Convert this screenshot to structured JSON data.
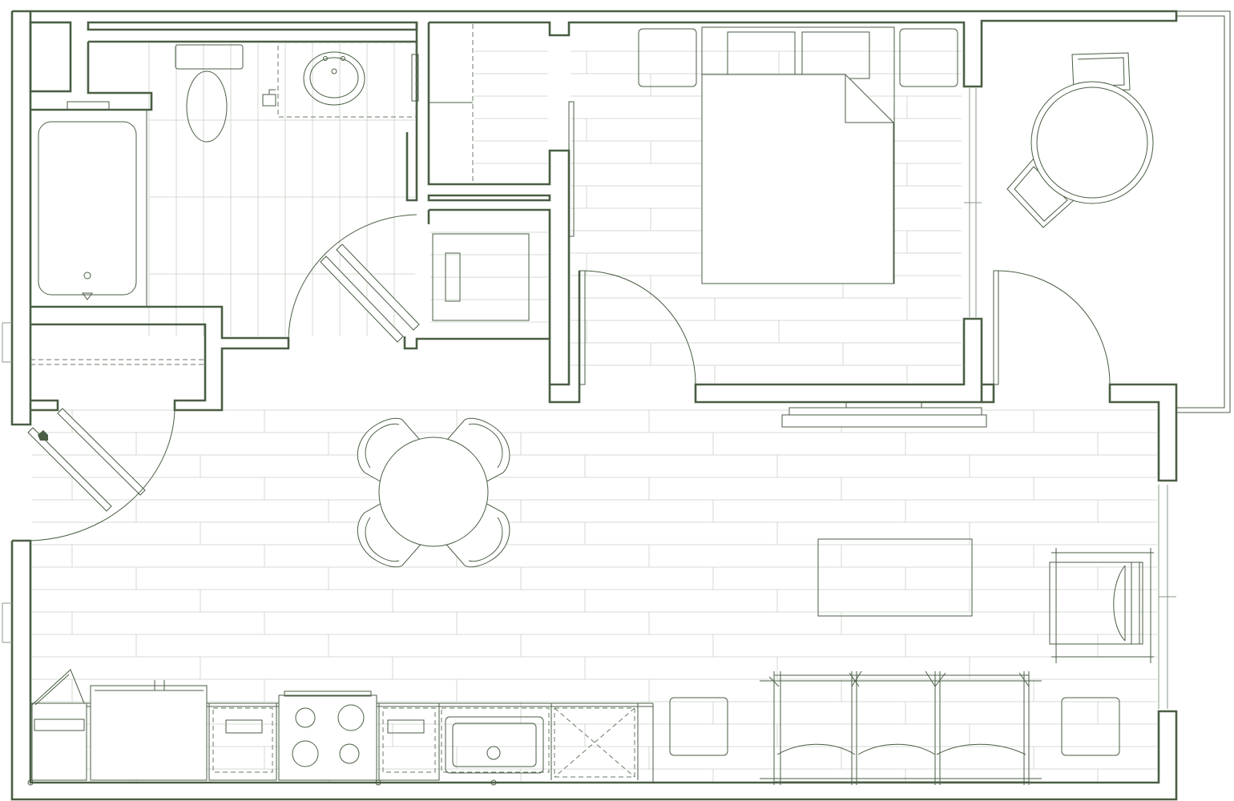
{
  "plan": {
    "kind": "studio apartment floor plan",
    "colors": {
      "wall": "#4a5e44",
      "fixture_line": "#4a5e44",
      "floor_pattern": "#c9cfc7",
      "background": "#ffffff"
    },
    "rooms": [
      "bathroom",
      "closet",
      "laundry",
      "bedroom",
      "balcony",
      "entry",
      "dining",
      "living",
      "kitchen"
    ],
    "furniture": [
      "bathtub",
      "toilet",
      "sink-vanity",
      "washer-dryer",
      "bed",
      "nightstands",
      "bistro-table",
      "bistro-chairs",
      "dining-table",
      "dining-chairs",
      "coffee-table",
      "sofa",
      "armchair",
      "side-tables",
      "tv-console",
      "fridge",
      "stove",
      "kitchen-sink",
      "dishwasher"
    ]
  }
}
